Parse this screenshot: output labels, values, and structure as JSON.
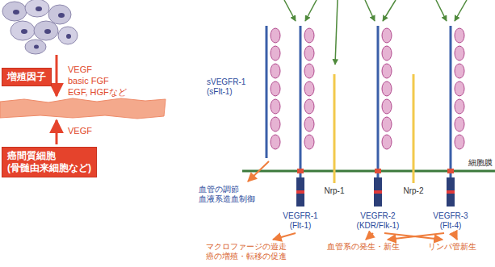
{
  "diagram": {
    "nodes": [
      {
        "text": [
          "増殖因子"
        ]
      },
      {
        "text": [
          "癌間質細胞 (骨髄由来細胞など)"
        ]
      }
    ],
    "labels": [
      "VEGF",
      "basic FGF",
      "EGF, HGFなど",
      "VEGF",
      "sVEGFR-1 (sFlt-1)",
      "Nrp-1",
      "Nrp-2",
      "細胞膜",
      "血管の調節 血液系造血制御",
      "VEGFR-1 (Flt-1)",
      "VEGFR-2 (KDR/Flk-1)",
      "VEGFR-3 (Flt-4)",
      "マクロファージの遊走 癌の増殖・転移の促進",
      "血管系の発生・新生",
      "リンパ管新生"
    ]
  }
}
